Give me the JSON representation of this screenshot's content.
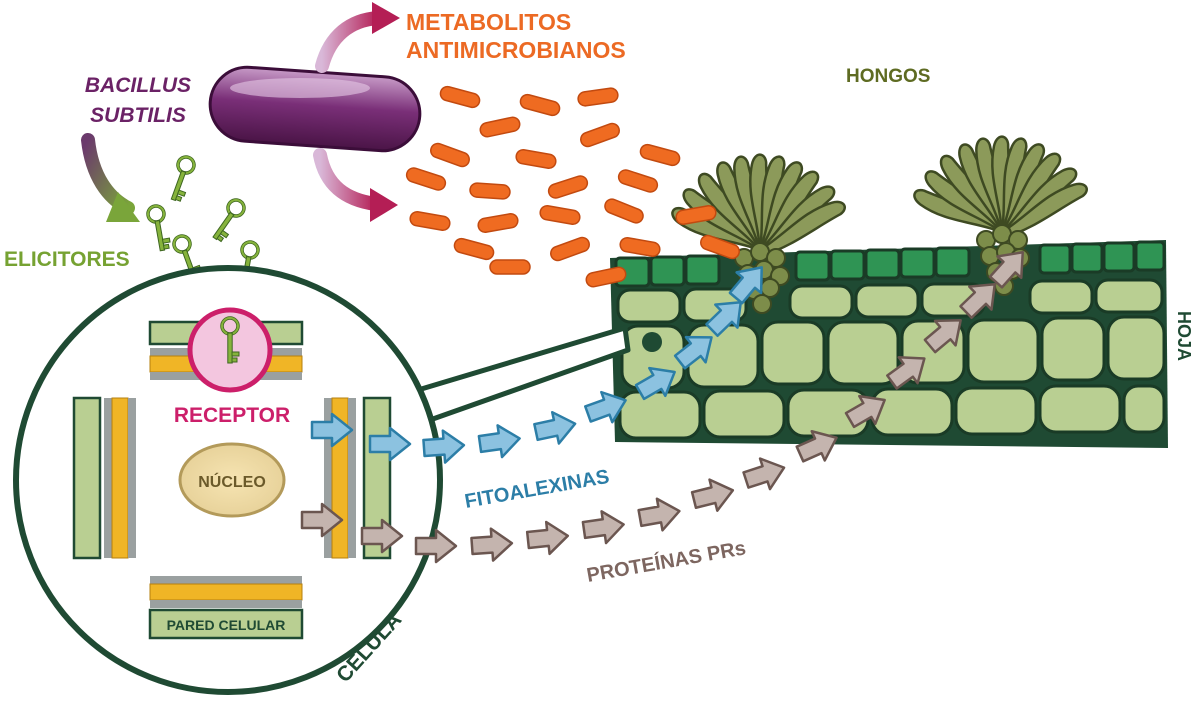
{
  "labels": {
    "bacillus_line1": "BACILLUS",
    "bacillus_line2": "SUBTILIS",
    "metabolitos_line1": "METABOLITOS",
    "metabolitos_line2": "ANTIMICROBIANOS",
    "hongos": "HONGOS",
    "hoja": "HOJA",
    "elicitores": "ELICITORES",
    "receptor": "RECEPTOR",
    "nucleo": "NÚCLEO",
    "fitoalexinas": "FITOALEXINAS",
    "proteinas": "PROTEÍNAS PRs",
    "pared_celular": "PARED CELULAR",
    "celula": "CÉLULA"
  },
  "colors": {
    "bacillus": "#6b2266",
    "metabolitos": "#ec6a24",
    "hongos": "#5e6b22",
    "elicitores": "#76a232",
    "receptor": "#cc1f6a",
    "fitoalexinas": "#2c7ea7",
    "proteinas": "#7d6660",
    "dark_green": "#1f4a33",
    "cell_fill": "#b9cf92",
    "epidermis": "#2f9454",
    "membrane": "#f0b526"
  }
}
